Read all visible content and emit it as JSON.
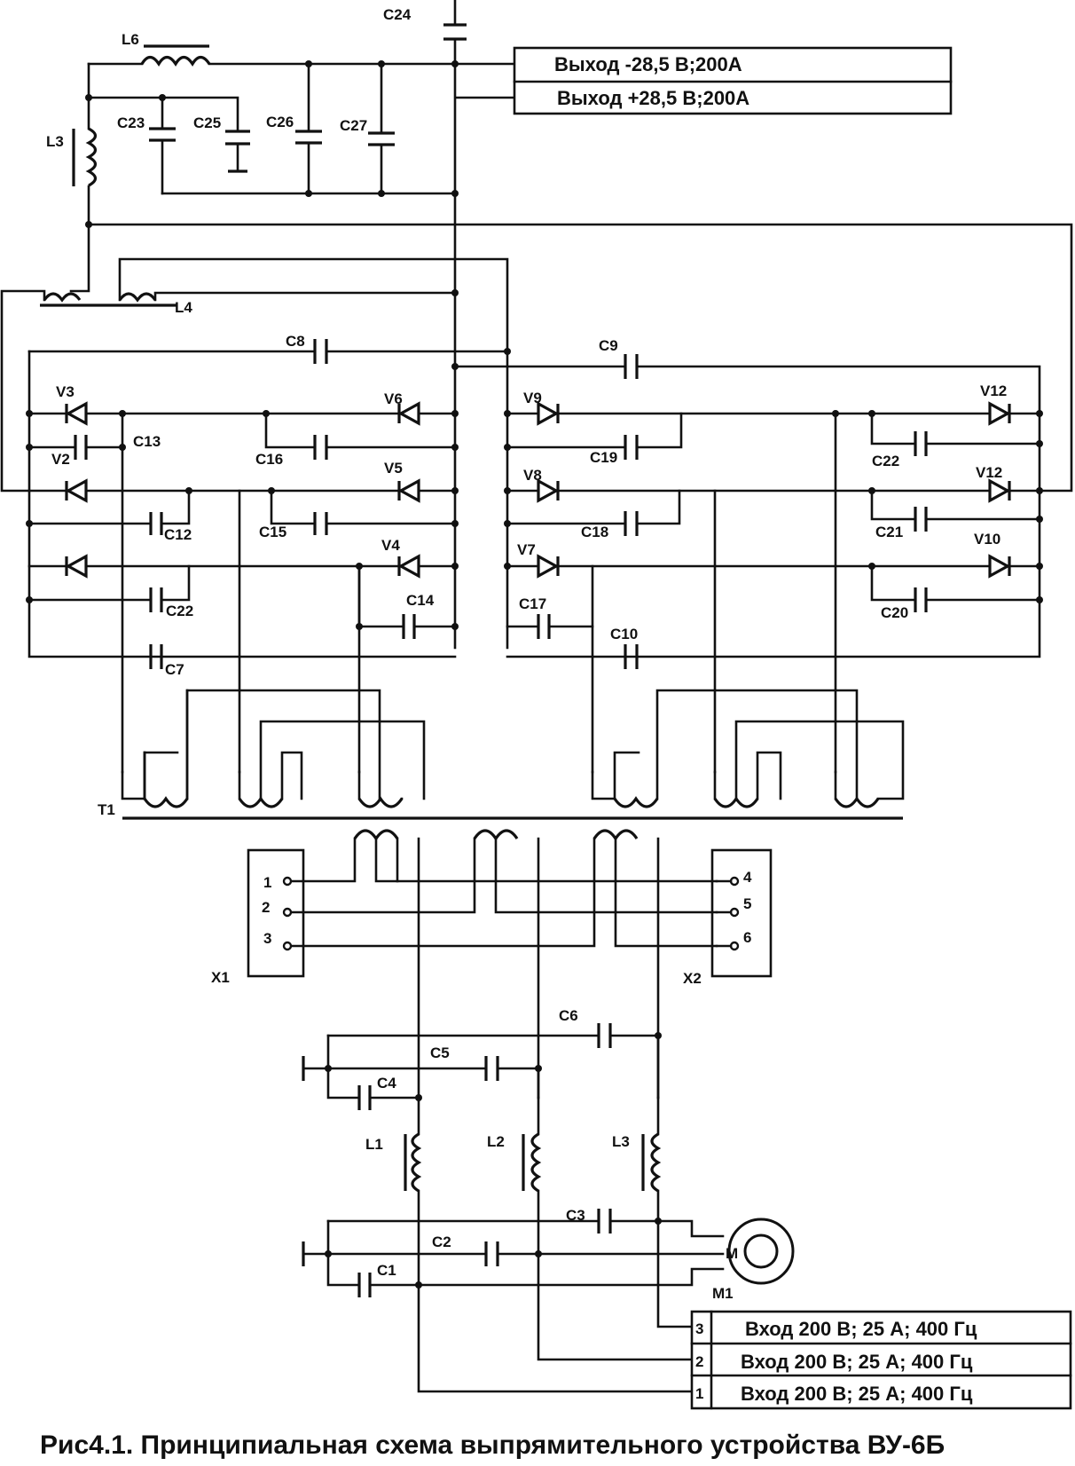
{
  "outputs": [
    "Выход -28,5 В;200А",
    "Выход +28,5 В;200А"
  ],
  "inputs": [
    {
      "num": "3",
      "text": "Вход 200 В; 25 А; 400 Гц"
    },
    {
      "num": "2",
      "text": "Вход 200 В; 25 А; 400 Гц"
    },
    {
      "num": "1",
      "text": "Вход 200 В; 25 А; 400 Гц"
    }
  ],
  "caption": "Рис4.1. Принципиальная схема выпрямительного устройства ВУ-6Б",
  "x1": {
    "label": "X1",
    "pins": [
      "1",
      "2",
      "3"
    ]
  },
  "x2": {
    "label": "X2",
    "pins": [
      "4",
      "5",
      "6"
    ]
  },
  "components": {
    "C24": "C24",
    "L6": "L6",
    "L3_top": "L3",
    "C23": "C23",
    "C25": "C25",
    "C26": "C26",
    "C27": "C27",
    "L4": "L4",
    "C8": "C8",
    "C9": "C9",
    "V3": "V3",
    "V6": "V6",
    "V2": "V2",
    "C13": "C13",
    "C16": "C16",
    "V5": "V5",
    "C12": "C12",
    "C15": "C15",
    "V4": "V4",
    "C14": "C14",
    "C22_left": "C22",
    "C7": "C7",
    "V9": "V9",
    "C19": "C19",
    "V8": "V8",
    "C18": "C18",
    "V7": "V7",
    "C17": "C17",
    "C10": "C10",
    "V12_top": "V12",
    "C22_right": "C22",
    "V12_mid": "V12",
    "C21": "C21",
    "V10": "V10",
    "C20": "C20",
    "T1": "T1",
    "C6": "C6",
    "C5": "C5",
    "C4": "C4",
    "L1": "L1",
    "L2": "L2",
    "L3_bottom": "L3",
    "C3": "C3",
    "C2": "C2",
    "C1": "C1",
    "M": "M",
    "M1": "M1"
  }
}
